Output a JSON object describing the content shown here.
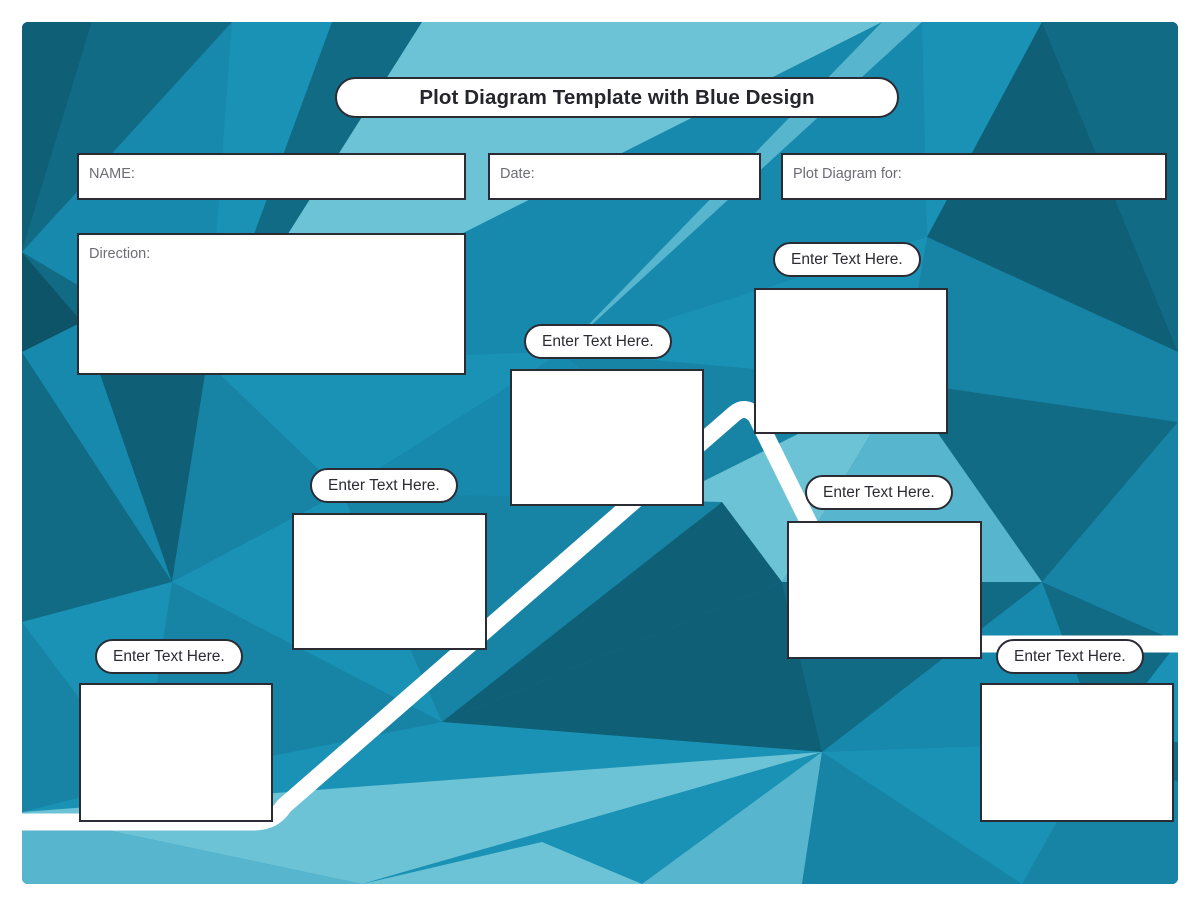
{
  "document": {
    "title": "Plot Diagram Template with Blue Design"
  },
  "header_fields": [
    {
      "name": "name-field",
      "label": "NAME:",
      "value": ""
    },
    {
      "name": "date-field",
      "label": "Date:",
      "value": ""
    },
    {
      "name": "plot-for-field",
      "label": "Plot Diagram for:",
      "value": ""
    }
  ],
  "direction": {
    "label": "Direction:",
    "value": ""
  },
  "stages": [
    {
      "id": "exposition",
      "pill_label": "Enter Text Here.",
      "value": ""
    },
    {
      "id": "rising-action",
      "pill_label": "Enter Text Here.",
      "value": ""
    },
    {
      "id": "climax-lead",
      "pill_label": "Enter Text Here.",
      "value": ""
    },
    {
      "id": "climax",
      "pill_label": "Enter Text Here.",
      "value": ""
    },
    {
      "id": "falling-action",
      "pill_label": "Enter Text Here.",
      "value": ""
    },
    {
      "id": "resolution",
      "pill_label": "Enter Text Here.",
      "value": ""
    }
  ],
  "theme": {
    "page_background": "#ffffff",
    "canvas_base": "#1689ad",
    "poly_light": "#6cc3d6",
    "poly_light_2": "#57b6cd",
    "poly_mid": "#1a92b5",
    "poly_mid_2": "#1784a6",
    "poly_dark": "#116b85",
    "poly_darker": "#0f5f77",
    "poly_deep": "#0d5468",
    "outline": "#2b2b33",
    "field_white": "#ffffff",
    "label_gray": "#6c6c74",
    "plot_line": "#ffffff"
  }
}
